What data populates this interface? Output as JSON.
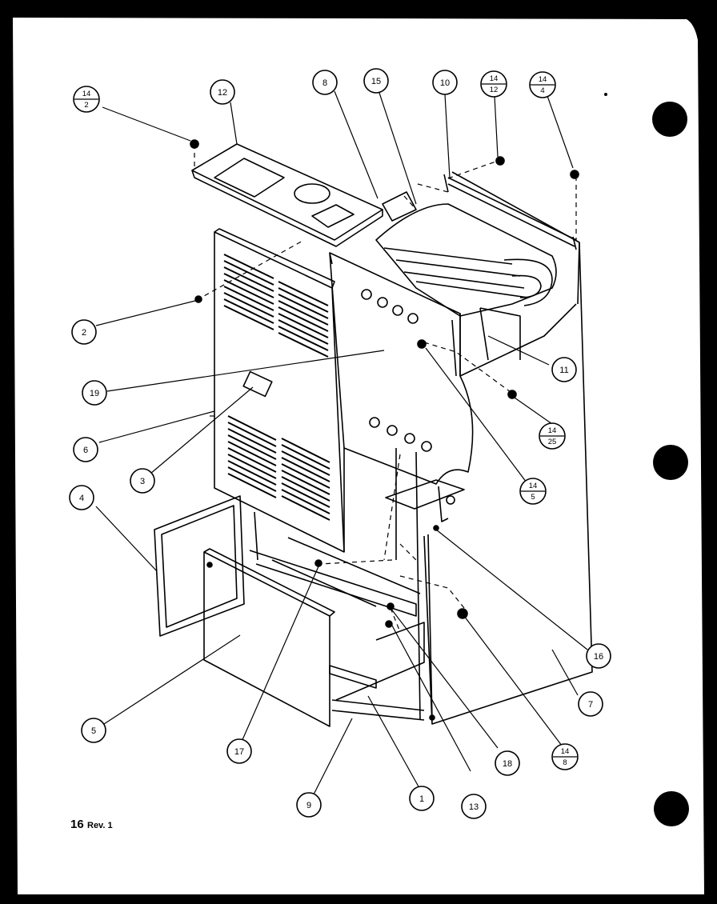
{
  "diagram": {
    "callouts": [
      {
        "id": "c12",
        "label": "12"
      },
      {
        "id": "c8a",
        "label": "8"
      },
      {
        "id": "c15",
        "label": "15"
      },
      {
        "id": "c10",
        "label": "10"
      },
      {
        "id": "c2",
        "label": "2"
      },
      {
        "id": "c19",
        "label": "19"
      },
      {
        "id": "c6",
        "label": "6"
      },
      {
        "id": "c3",
        "label": "3"
      },
      {
        "id": "c4",
        "label": "4"
      },
      {
        "id": "c11",
        "label": "11"
      },
      {
        "id": "c16",
        "label": "16"
      },
      {
        "id": "c7",
        "label": "7"
      },
      {
        "id": "c5",
        "label": "5"
      },
      {
        "id": "c17",
        "label": "17"
      },
      {
        "id": "c9",
        "label": "9"
      },
      {
        "id": "c1",
        "label": "1"
      },
      {
        "id": "c13",
        "label": "13"
      },
      {
        "id": "c18",
        "label": "18"
      }
    ],
    "fraction_callouts": [
      {
        "id": "f14-2",
        "top": "14",
        "bottom": "2"
      },
      {
        "id": "f14-12",
        "top": "14",
        "bottom": "12"
      },
      {
        "id": "f14-4",
        "top": "14",
        "bottom": "4"
      },
      {
        "id": "f14-25",
        "top": "14",
        "bottom": "25"
      },
      {
        "id": "f14-5",
        "top": "14",
        "bottom": "5"
      },
      {
        "id": "f14-8",
        "top": "14",
        "bottom": "8"
      }
    ],
    "footer": {
      "page": "16",
      "revision": "Rev. 1"
    }
  }
}
